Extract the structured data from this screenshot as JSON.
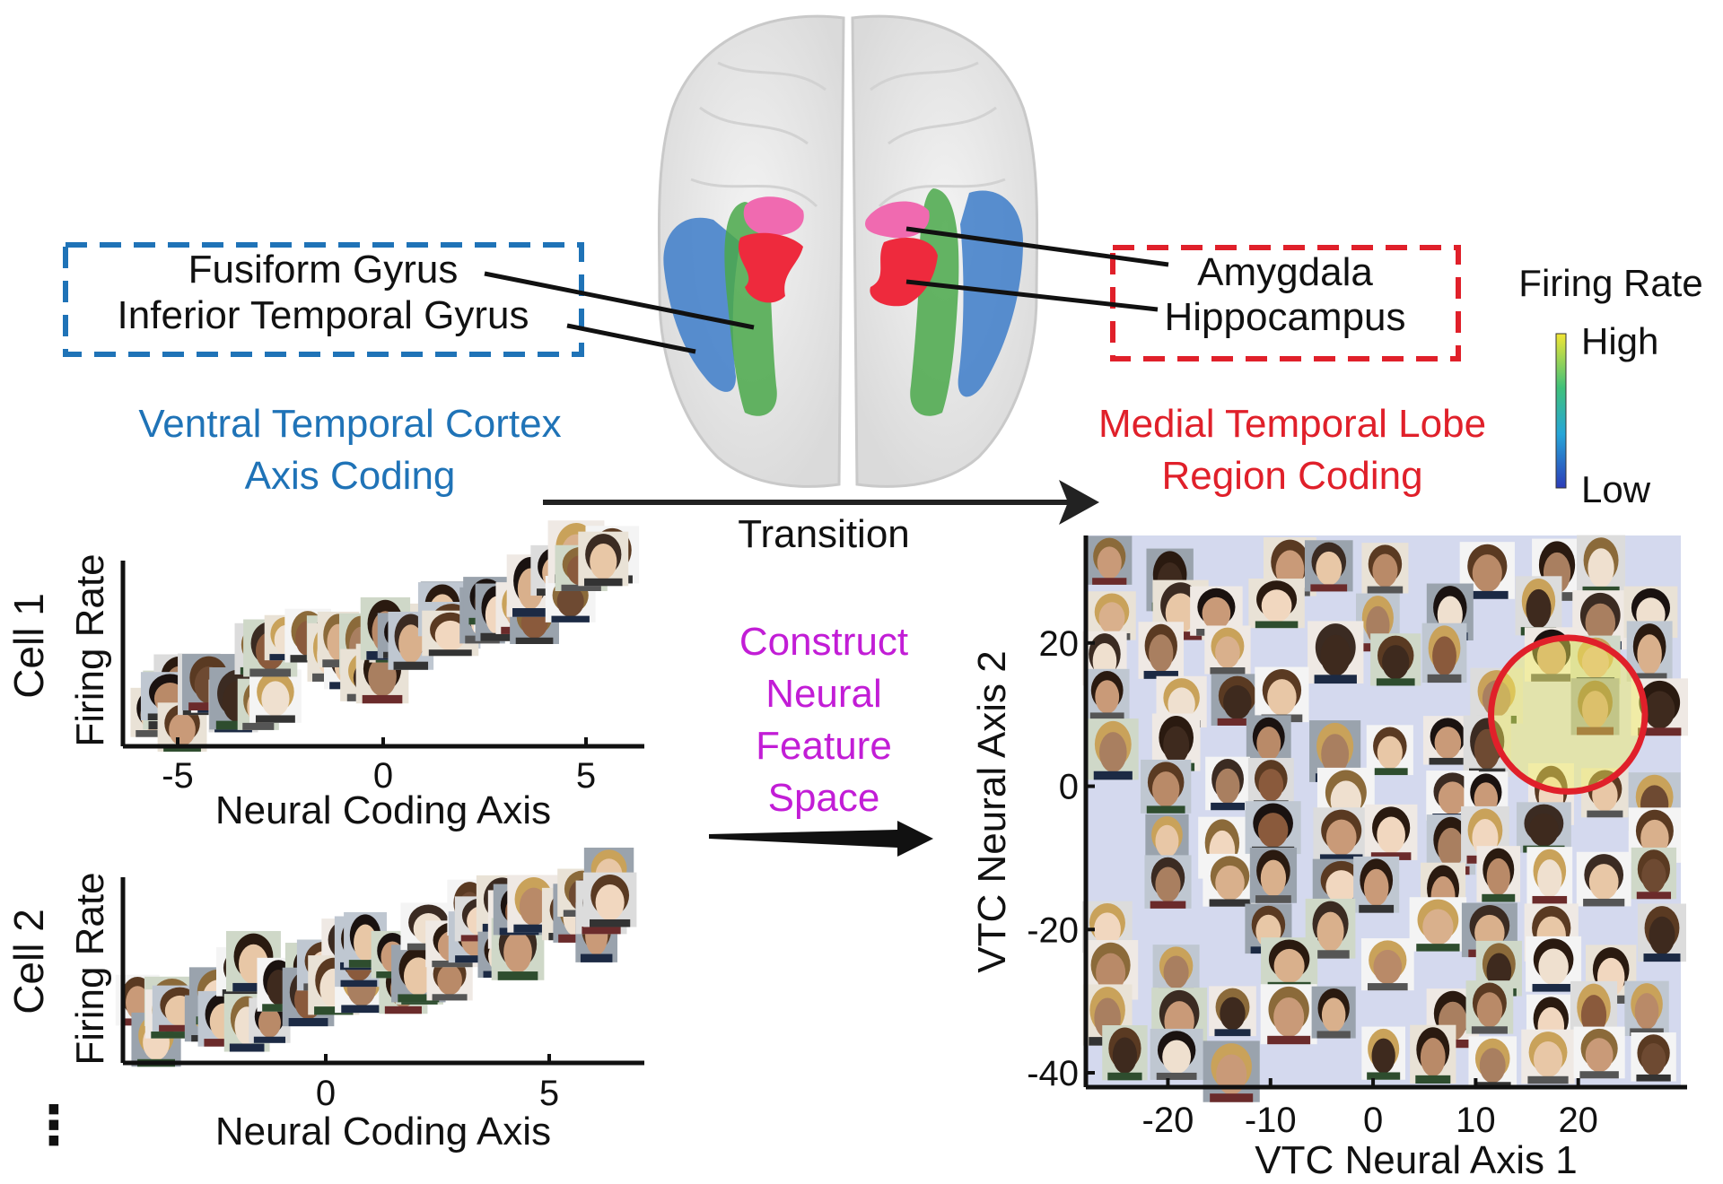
{
  "brain": {
    "left_labels": [
      "Fusiform Gyrus",
      "Inferior Temporal Gyrus"
    ],
    "right_labels": [
      "Amygdala",
      "Hippocampus"
    ]
  },
  "vtc": {
    "line1": "Ventral Temporal Cortex",
    "line2": "Axis Coding"
  },
  "mtl": {
    "line1": "Medial Temporal Lobe",
    "line2": "Region Coding"
  },
  "transition_label": "Transition",
  "construct": {
    "lines": [
      "Construct",
      "Neural",
      "Feature",
      "Space"
    ]
  },
  "colorbar": {
    "title": "Firing Rate",
    "high": "High",
    "low": "Low",
    "colors": [
      "#f2e634",
      "#3fc17a",
      "#26a6d8",
      "#2c3cb8"
    ]
  },
  "cell1": {
    "name": "Cell 1",
    "ylabel": "Firing Rate",
    "xlabel": "Neural Coding Axis",
    "xticks": [
      "-5",
      "0",
      "5"
    ]
  },
  "cell2": {
    "name": "Cell 2",
    "ylabel": "Firing Rate",
    "xlabel": "Neural Coding Axis",
    "xticks": [
      "0",
      "5"
    ]
  },
  "ellipsis": "⋮",
  "chart_data": {
    "type": "scatter",
    "xlabel": "VTC Neural Axis 1",
    "ylabel": "VTC Neural Axis 2",
    "xticks": [
      -20,
      -10,
      0,
      10,
      20
    ],
    "yticks": [
      20,
      0,
      -20,
      -40
    ],
    "xlim": [
      -28,
      30
    ],
    "ylim": [
      -42,
      35
    ],
    "highlight": {
      "center": [
        19,
        10
      ],
      "radius": 7.5
    },
    "background": "#d4d9ee"
  }
}
